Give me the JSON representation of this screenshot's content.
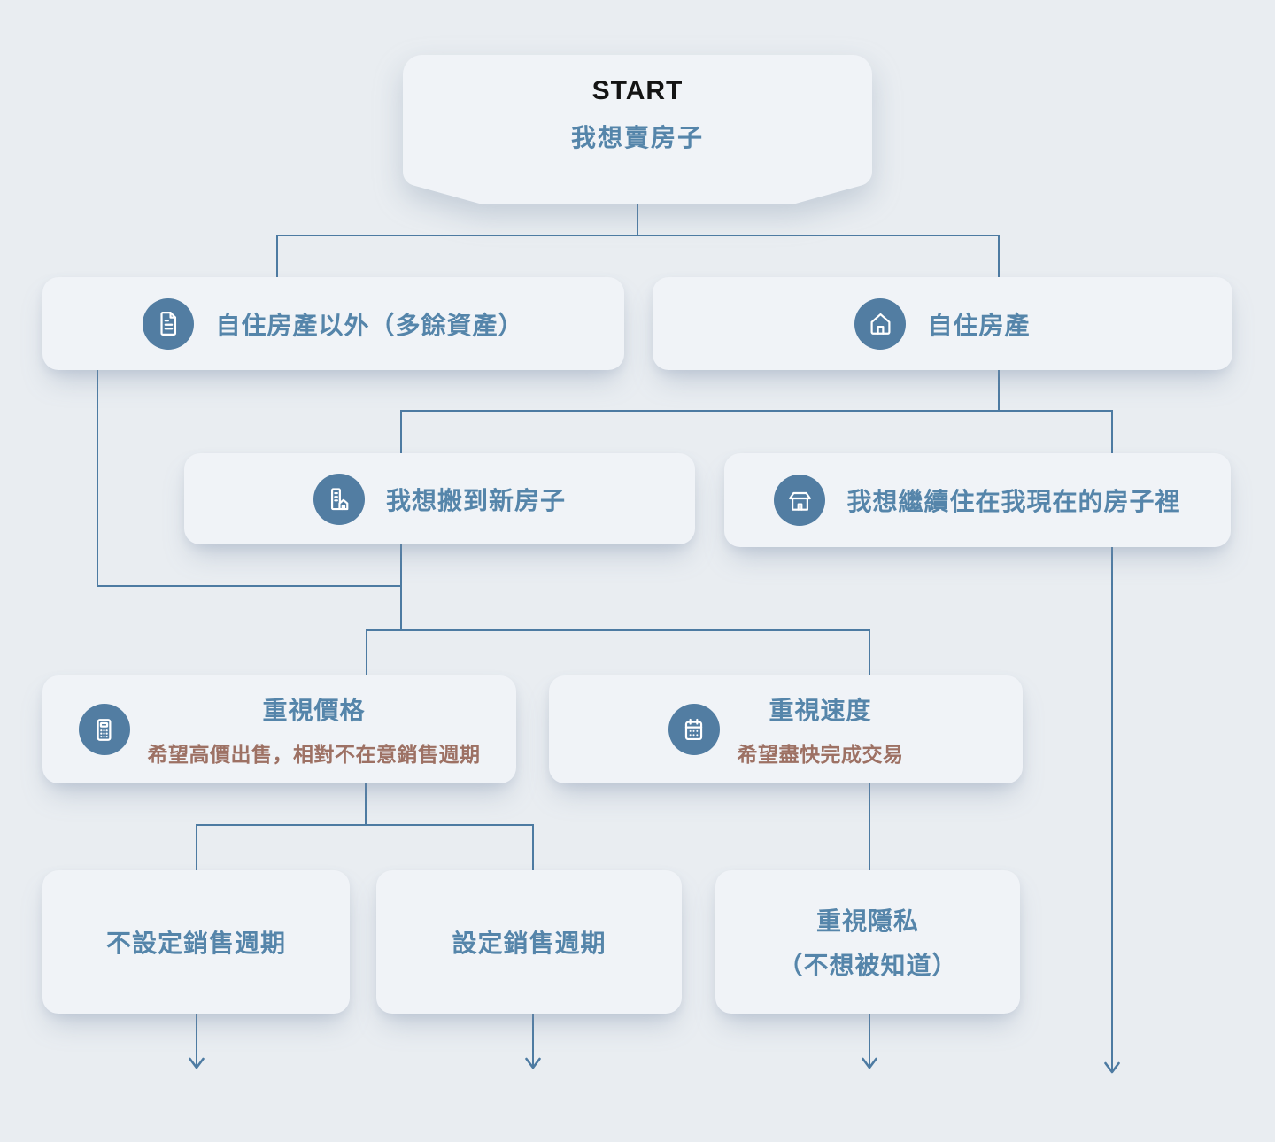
{
  "page": {
    "background": "#e9edf1"
  },
  "colors": {
    "connector_line": "#4d7ba2",
    "node_background": "#f0f3f7",
    "blue_text": "#5585aa",
    "brown_text": "#9d7164",
    "icon_circle": "#527da2",
    "start_title_text": "#141414"
  },
  "flowchart": {
    "start": {
      "title": "START",
      "subtitle": "我想賣房子"
    },
    "nodes": {
      "other_asset": {
        "label": "自住房產以外（多餘資產）",
        "icon": "document-icon"
      },
      "own_home": {
        "label": "自住房產",
        "icon": "home-icon"
      },
      "move_new": {
        "label": "我想搬到新房子",
        "icon": "building-icon"
      },
      "stay_current": {
        "label": "我想繼續住在我現在的房子裡",
        "icon": "house-icon"
      },
      "value_price": {
        "title": "重視價格",
        "subtitle": "希望高價出售，相對不在意銷售週期",
        "icon": "calculator-icon"
      },
      "value_speed": {
        "title": "重視速度",
        "subtitle": "希望盡快完成交易",
        "icon": "calendar-icon"
      },
      "no_period": {
        "label": "不設定銷售週期"
      },
      "set_period": {
        "label": "設定銷售週期"
      },
      "privacy": {
        "line1": "重視隱私",
        "line2": "（不想被知道）"
      }
    }
  }
}
